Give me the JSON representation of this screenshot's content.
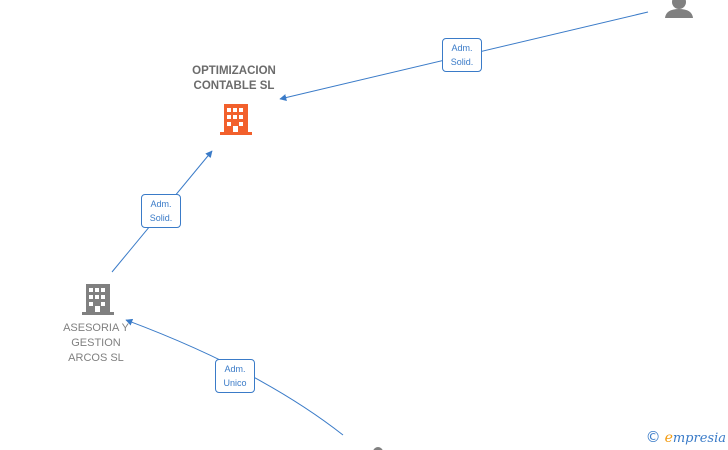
{
  "nodes": {
    "optimizacion": {
      "label": "OPTIMIZACION\nCONTABLE  SL",
      "color": "#f2602c"
    },
    "asesoria": {
      "label": "ASESORIA Y\nGESTION\nARCOS  SL",
      "color": "#808080"
    }
  },
  "edges": [
    {
      "id": "edge-person-optimizacion",
      "label": "Adm.\nSolid."
    },
    {
      "id": "edge-asesoria-optimizacion",
      "label": "Adm.\nSolid."
    },
    {
      "id": "edge-person-asesoria",
      "label": "Adm.\nUnico"
    }
  ],
  "colors": {
    "edge": "#3a7bc8",
    "person": "#808080"
  },
  "watermark": {
    "symbol": "©",
    "brand_e": "e",
    "brand_rest": "mpresia"
  }
}
